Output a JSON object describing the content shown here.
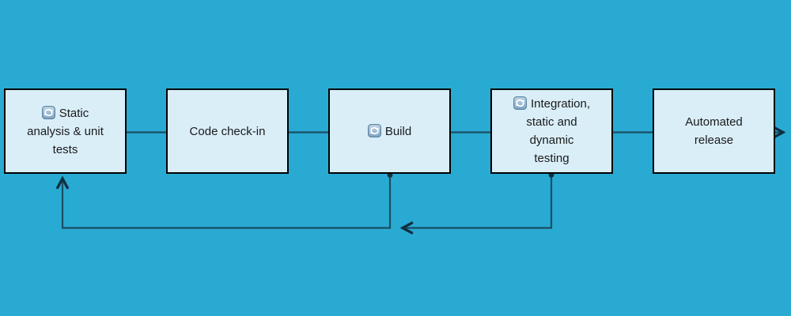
{
  "diagram": {
    "type": "flowchart",
    "nodes": [
      {
        "id": "static-analysis-unit-tests",
        "lines": [
          "Static",
          "analysis & unit",
          "tests"
        ],
        "icon": "cycle-icon"
      },
      {
        "id": "code-check-in",
        "lines": [
          "Code check-in"
        ],
        "icon": null
      },
      {
        "id": "build",
        "lines": [
          "Build"
        ],
        "icon": "cycle-icon"
      },
      {
        "id": "integration-static-dynamic-testing",
        "lines": [
          "Integration,",
          "static and",
          "dynamic",
          "testing"
        ],
        "icon": "cycle-icon"
      },
      {
        "id": "automated-release",
        "lines": [
          "Automated",
          "release"
        ],
        "icon": null
      }
    ],
    "edges": [
      {
        "from": "static-analysis-unit-tests",
        "to": "code-check-in",
        "style": "plain-line"
      },
      {
        "from": "code-check-in",
        "to": "build",
        "style": "plain-line"
      },
      {
        "from": "build",
        "to": "integration-static-dynamic-testing",
        "style": "plain-line"
      },
      {
        "from": "integration-static-dynamic-testing",
        "to": "automated-release",
        "style": "plain-line"
      },
      {
        "from": "automated-release",
        "to": "offscreen-right",
        "style": "arrow"
      },
      {
        "from": "build",
        "to": "static-analysis-unit-tests",
        "style": "feedback-loop-arrow",
        "route": "down-left-up"
      },
      {
        "from": "integration-static-dynamic-testing",
        "to": "build-feedback-line",
        "style": "feedback-loop-arrow",
        "route": "down-left"
      }
    ],
    "colors": {
      "canvas-bg": "#29AAD3",
      "node-fill": "#DAEEF8",
      "node-border": "#000000",
      "edge-color": "#1A4E63",
      "arrow-color": "#10303F",
      "text-color": "#1A1A1A",
      "icon-bg-top": "#C3D7E7",
      "icon-bg-bottom": "#7FA5C4",
      "icon-border": "#5B83A2",
      "icon-arrows": "#FFFFFF"
    }
  }
}
